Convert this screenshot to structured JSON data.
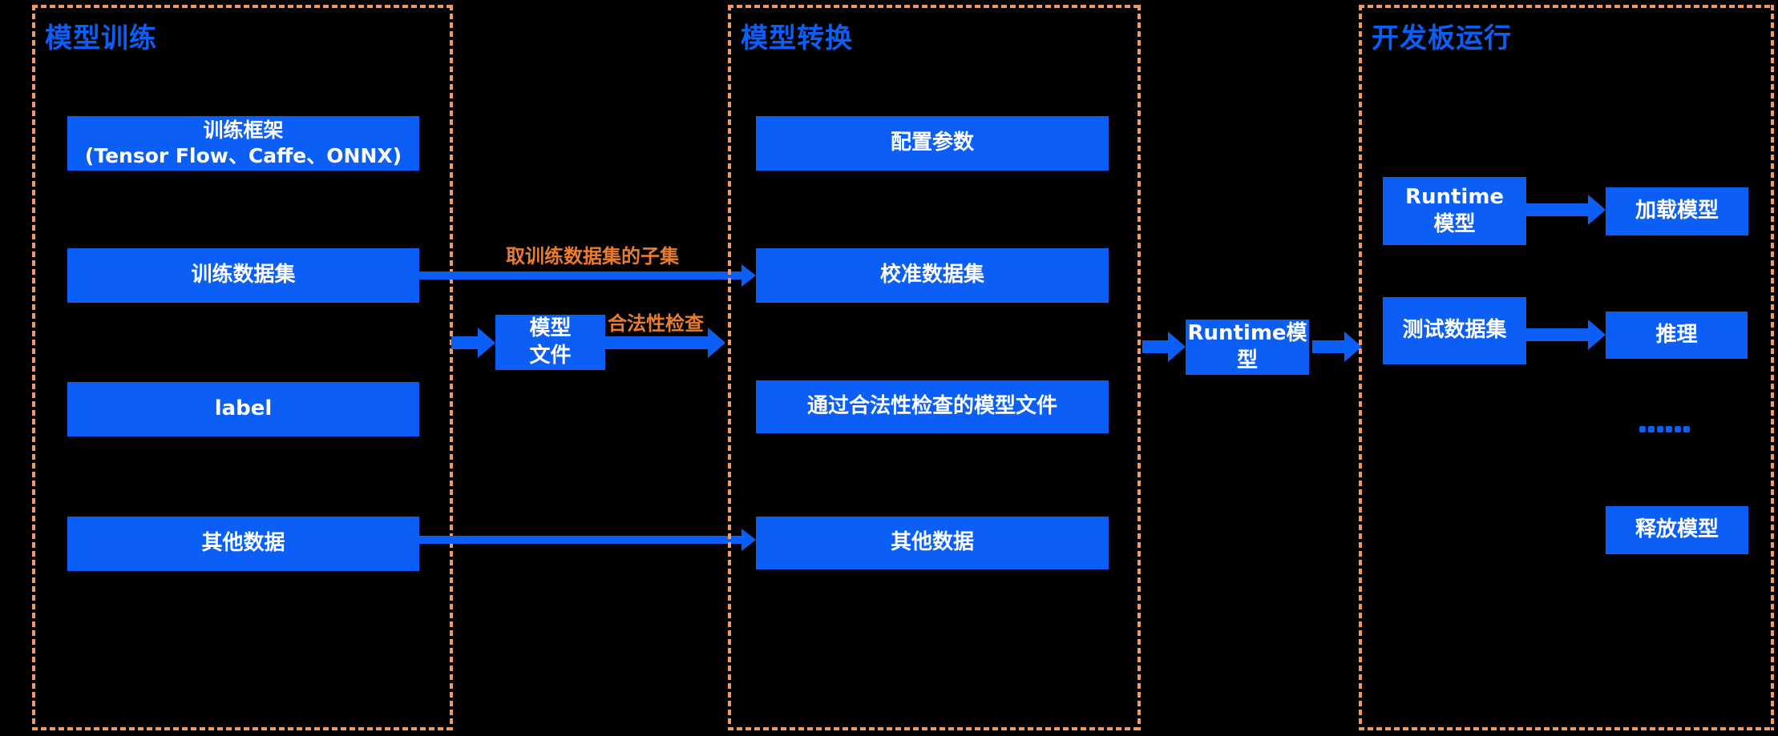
{
  "colors": {
    "blue": "#0B5FF7",
    "orange_label": "#E87D2E",
    "dash_border": "#EE9A63",
    "background": "#000000",
    "node_text": "#FFFFFF"
  },
  "sections": {
    "training": {
      "title": "模型训练",
      "framework_node": {
        "line1": "训练框架",
        "line2": "(Tensor Flow、Caffe、ONNX)"
      },
      "dataset_node": "训练数据集",
      "label_node": "label",
      "other_data_node": "其他数据"
    },
    "conversion": {
      "title": "模型转换",
      "config_node": "配置参数",
      "calibration_node": "校准数据集",
      "validated_model_node": "通过合法性检查的模型文件",
      "other_data_node": "其他数据"
    },
    "board": {
      "title": "开发板运行",
      "runtime_node": {
        "line1": "Runtime",
        "line2": "模型"
      },
      "load_node": "加载模型",
      "test_dataset_node": "测试数据集",
      "inference_node": "推理",
      "ellipsis": "......",
      "release_node": "释放模型"
    }
  },
  "connectors": {
    "model_file_node": {
      "line1": "模型",
      "line2": "文件"
    },
    "runtime_model_node": {
      "line1": "Runtime模",
      "line2": "型"
    }
  },
  "edge_labels": {
    "subset": "取训练数据集的子集",
    "validity": "合法性检查"
  }
}
